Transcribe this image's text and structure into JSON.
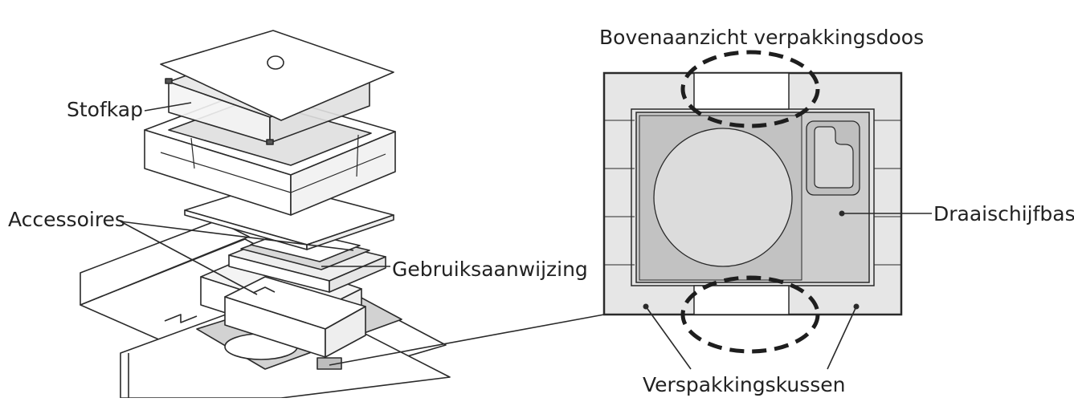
{
  "labels": {
    "top_view_title": "Bovenaanzicht verpakkingsdoos",
    "dust_cover": "Stofkap",
    "accessories": "Accessoires",
    "manual": "Gebruiksaanwijzing",
    "turntable_base": "Draaischijfbasis",
    "packing_cushion": "Verspakkingskussen"
  },
  "colors": {
    "line": "#2a2a2a",
    "cushion_fill": "#e6e6e6",
    "base_fill": "#cdcdcd",
    "platter_fill": "#dcdcdc",
    "cover_fill": "#e9e9e9",
    "white": "#ffffff"
  }
}
